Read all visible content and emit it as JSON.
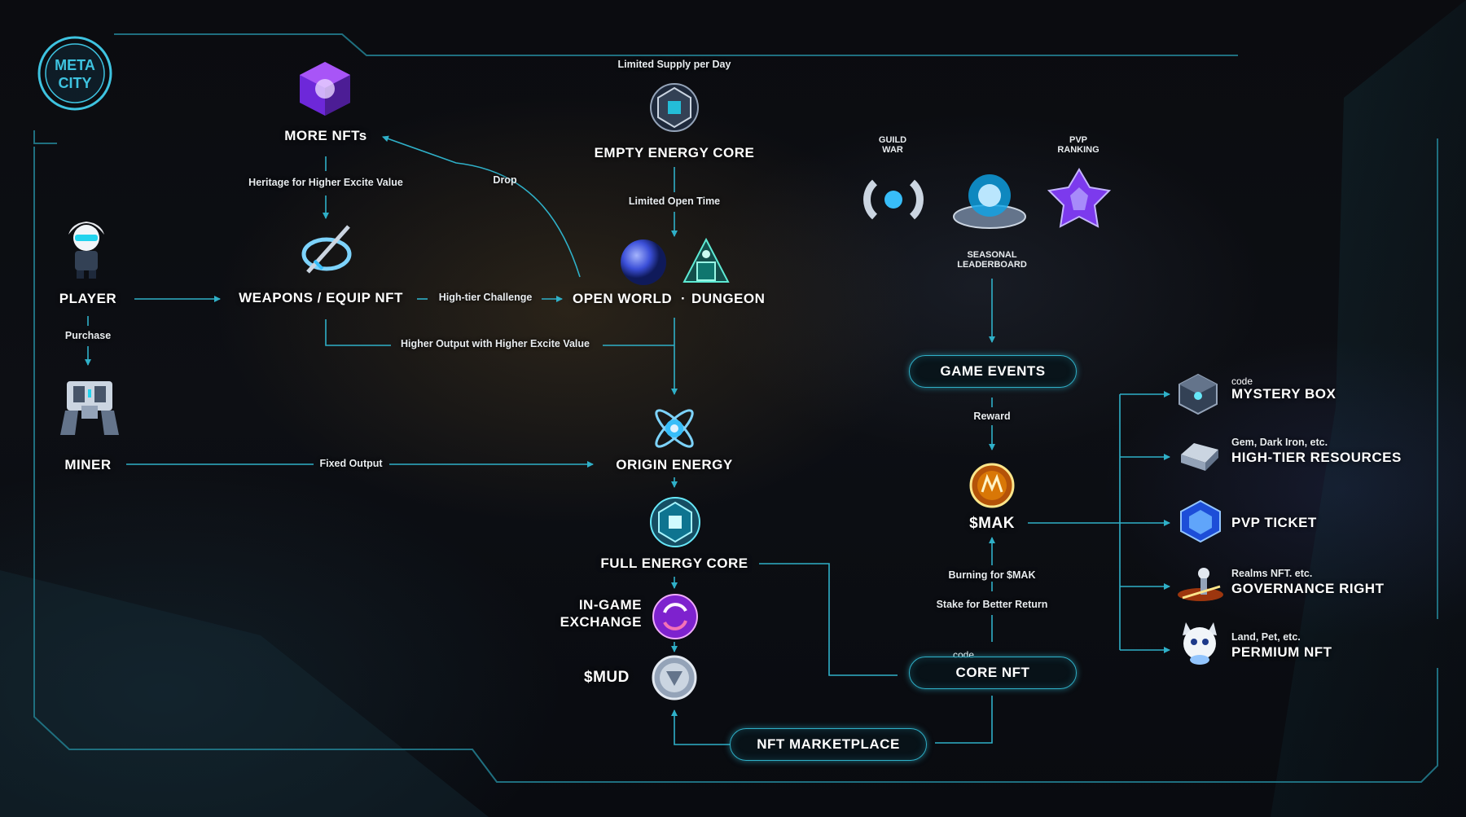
{
  "nodes": {
    "more_nfts": "MORE NFTs",
    "weapons": "WEAPONS / EQUIP NFT",
    "player": "PLAYER",
    "miner": "MINER",
    "empty_core": "EMPTY ENERGY CORE",
    "open_world": "OPEN WORLD",
    "dungeon": "DUNGEON",
    "origin_energy": "ORIGIN ENERGY",
    "full_core": "FULL ENERGY CORE",
    "in_game_exchange_1": "IN-GAME",
    "in_game_exchange_2": "EXCHANGE",
    "mud": "$MUD",
    "nft_marketplace": "NFT MARKETPLACE",
    "core_nft": "CORE NFT",
    "mak": "$MAK",
    "game_events": "GAME EVENTS",
    "guild_war_1": "GUILD",
    "guild_war_2": "WAR",
    "pvp_ranking_1": "PVP",
    "pvp_ranking_2": "RANKING",
    "seasonal_1": "SEASONAL",
    "seasonal_2": "LEADERBOARD"
  },
  "edges": {
    "heritage": "Heritage for Higher Excite Value",
    "drop": "Drop",
    "limited_supply": "Limited Supply per Day",
    "limited_open": "Limited Open Time",
    "high_tier": "High-tier Challenge",
    "higher_output": "Higher Output with Higher Excite Value",
    "purchase": "Purchase",
    "fixed_output": "Fixed Output",
    "reward": "Reward",
    "burning": "Burning for $MAK",
    "stake": "Stake for Better Return",
    "code": "code"
  },
  "rewards": [
    {
      "note": "code",
      "label": "MYSTERY BOX"
    },
    {
      "note": "Gem, Dark Iron, etc.",
      "label": "HIGH-TIER RESOURCES"
    },
    {
      "note": "",
      "label": "PVP TICKET"
    },
    {
      "note": "Realms NFT. etc.",
      "label": "GOVERNANCE RIGHT"
    },
    {
      "note": "Land, Pet, etc.",
      "label": "PERMIUM NFT"
    }
  ],
  "logo_text": "META CITY",
  "colors": {
    "accent": "#2fb0c8",
    "frame": "#1f6f7f"
  }
}
